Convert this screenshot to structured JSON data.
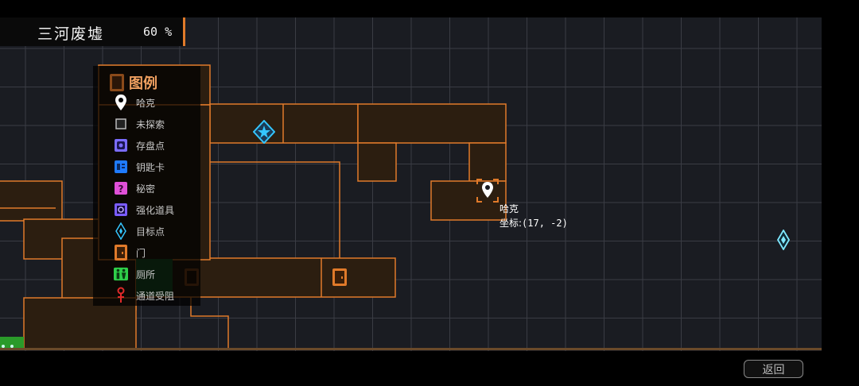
{
  "header": {
    "area_name": "三河废墟",
    "completion": "60 %"
  },
  "legend": {
    "title": "图例",
    "items": [
      {
        "icon": "player-pin-icon",
        "label": "哈克"
      },
      {
        "icon": "unexplored-square-icon",
        "label": "未探索"
      },
      {
        "icon": "save-point-icon",
        "label": "存盘点"
      },
      {
        "icon": "key-card-icon",
        "label": "钥匙卡"
      },
      {
        "icon": "secret-icon",
        "label": "秘密"
      },
      {
        "icon": "upgrade-item-icon",
        "label": "强化道具"
      },
      {
        "icon": "objective-diamond-icon",
        "label": "目标点"
      },
      {
        "icon": "door-icon",
        "label": "门"
      },
      {
        "icon": "restroom-icon",
        "label": "厕所"
      },
      {
        "icon": "blocked-path-icon",
        "label": "通道受阻"
      }
    ]
  },
  "player": {
    "name": "哈克",
    "coord_label": "坐标:",
    "coords": "(17, -2)"
  },
  "controls": {
    "back_label": "返回"
  },
  "colors": {
    "room_border": "#e07a2a",
    "room_fill": "#2c1e10",
    "save_point": "#7a6cff",
    "key_card": "#1f7bff",
    "secret": "#e050d8",
    "objective": "#35c6ff",
    "restroom": "#2fcf4a",
    "blocked": "#e02a2a"
  }
}
